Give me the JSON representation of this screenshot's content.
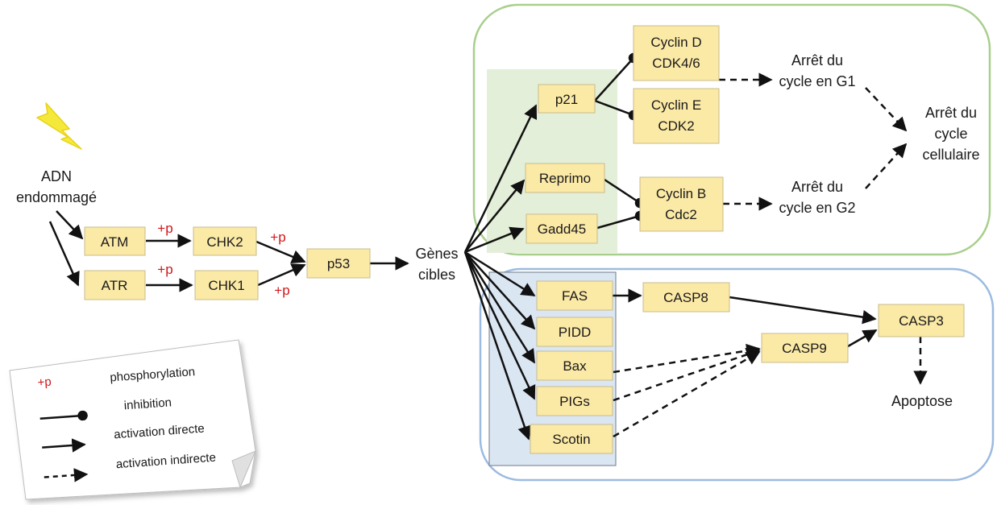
{
  "labels": {
    "adn_line1": "ADN",
    "adn_line2": "endommagé",
    "genes_line1": "Gènes",
    "genes_line2": "cibles",
    "arret_g1_line1": "Arrêt du",
    "arret_g1_line2": "cycle en G1",
    "arret_g2_line1": "Arrêt du",
    "arret_g2_line2": "cycle en G2",
    "arret_cycle_line1": "Arrêt du",
    "arret_cycle_line2": "cycle",
    "arret_cycle_line3": "cellulaire",
    "apoptose": "Apoptose"
  },
  "phospho_marks": {
    "atm_chk2": "+p",
    "atr_chk1": "+p",
    "chk2_p53": "+p",
    "chk1_p53": "+p"
  },
  "nodes": {
    "atm": "ATM",
    "atr": "ATR",
    "chk2": "CHK2",
    "chk1": "CHK1",
    "p53": "p53",
    "p21": "p21",
    "reprimo": "Reprimo",
    "gadd45": "Gadd45",
    "cyclin_d_line1": "Cyclin D",
    "cyclin_d_line2": "CDK4/6",
    "cyclin_e_line1": "Cyclin E",
    "cyclin_e_line2": "CDK2",
    "cyclin_b_line1": "Cyclin B",
    "cyclin_b_line2": "Cdc2",
    "fas": "FAS",
    "pidd": "PIDD",
    "bax": "Bax",
    "pigs": "PIGs",
    "scotin": "Scotin",
    "casp8": "CASP8",
    "casp9": "CASP9",
    "casp3": "CASP3"
  },
  "legend": {
    "phos_symbol": "+p",
    "phosphorylation": "phosphorylation",
    "inhibition": "inhibition",
    "activation_directe": "activation directe",
    "activation_indirecte": "activation indirecte"
  },
  "colors": {
    "node_fill": "#fbe9a6",
    "node_stroke": "#c8bc8c",
    "green_region_border": "#a9cf8d",
    "green_region_fill": "#e3efd8",
    "blue_region_border": "#9cbbe0",
    "blue_region_fill": "#dbe6f3",
    "phosphorylation_text": "#d0161a",
    "lightning": "#f4e93a"
  },
  "icons": {
    "damage": "lightning-bolt-icon"
  }
}
